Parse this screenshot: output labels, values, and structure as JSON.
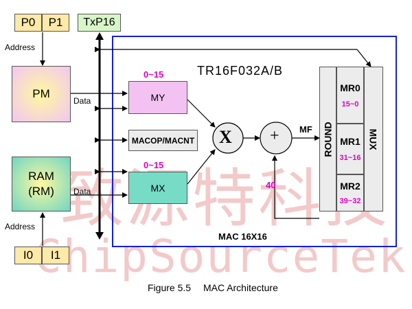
{
  "blocks": {
    "p0": "P0",
    "p1": "P1",
    "txp16": "TxP16",
    "pm": "PM",
    "ram": "RAM",
    "rm": "(RM)",
    "i0": "I0",
    "i1": "I1",
    "my": "MY",
    "mx": "MX",
    "macop": "MACOP/MACNT",
    "round": "ROUND",
    "mux": "MUX",
    "mr0": "MR0",
    "mr1": "MR1",
    "mr2": "MR2"
  },
  "labels": {
    "address_top": "Address",
    "address_bottom": "Address",
    "data_top": "Data",
    "data_bottom": "Data",
    "chip": "TR16F032A/B",
    "my_range": "0~15",
    "mx_range": "0~15",
    "multiply": "X",
    "add": "+",
    "mf": "MF",
    "feedback": "40",
    "mr0_range": "15~0",
    "mr1_range": "31~16",
    "mr2_range": "39~32",
    "mac": "MAC 16X16"
  },
  "caption": {
    "number": "Figure 5.5",
    "title": "MAC Architecture"
  },
  "watermark": {
    "cjk": "致源特科技",
    "latin": "ChipSourceTek"
  },
  "colors": {
    "mac_border": "#1020e0",
    "range_text": "#e000c8",
    "register_yellow": "#fde9a8",
    "txp16_green": "#d8f5c8",
    "my_pink": "#f3c2f2",
    "mx_teal": "#76dcc6"
  }
}
